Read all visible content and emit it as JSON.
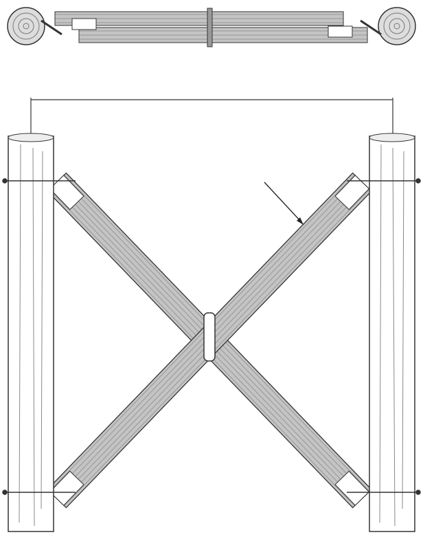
{
  "diagram": {
    "type": "technical-drawing",
    "views": [
      "top-view",
      "front-view"
    ],
    "colors": {
      "line": "#333333",
      "brace_fill": "#b8b8b8",
      "pole_fill": "#ffffff",
      "background": "#ffffff"
    }
  }
}
